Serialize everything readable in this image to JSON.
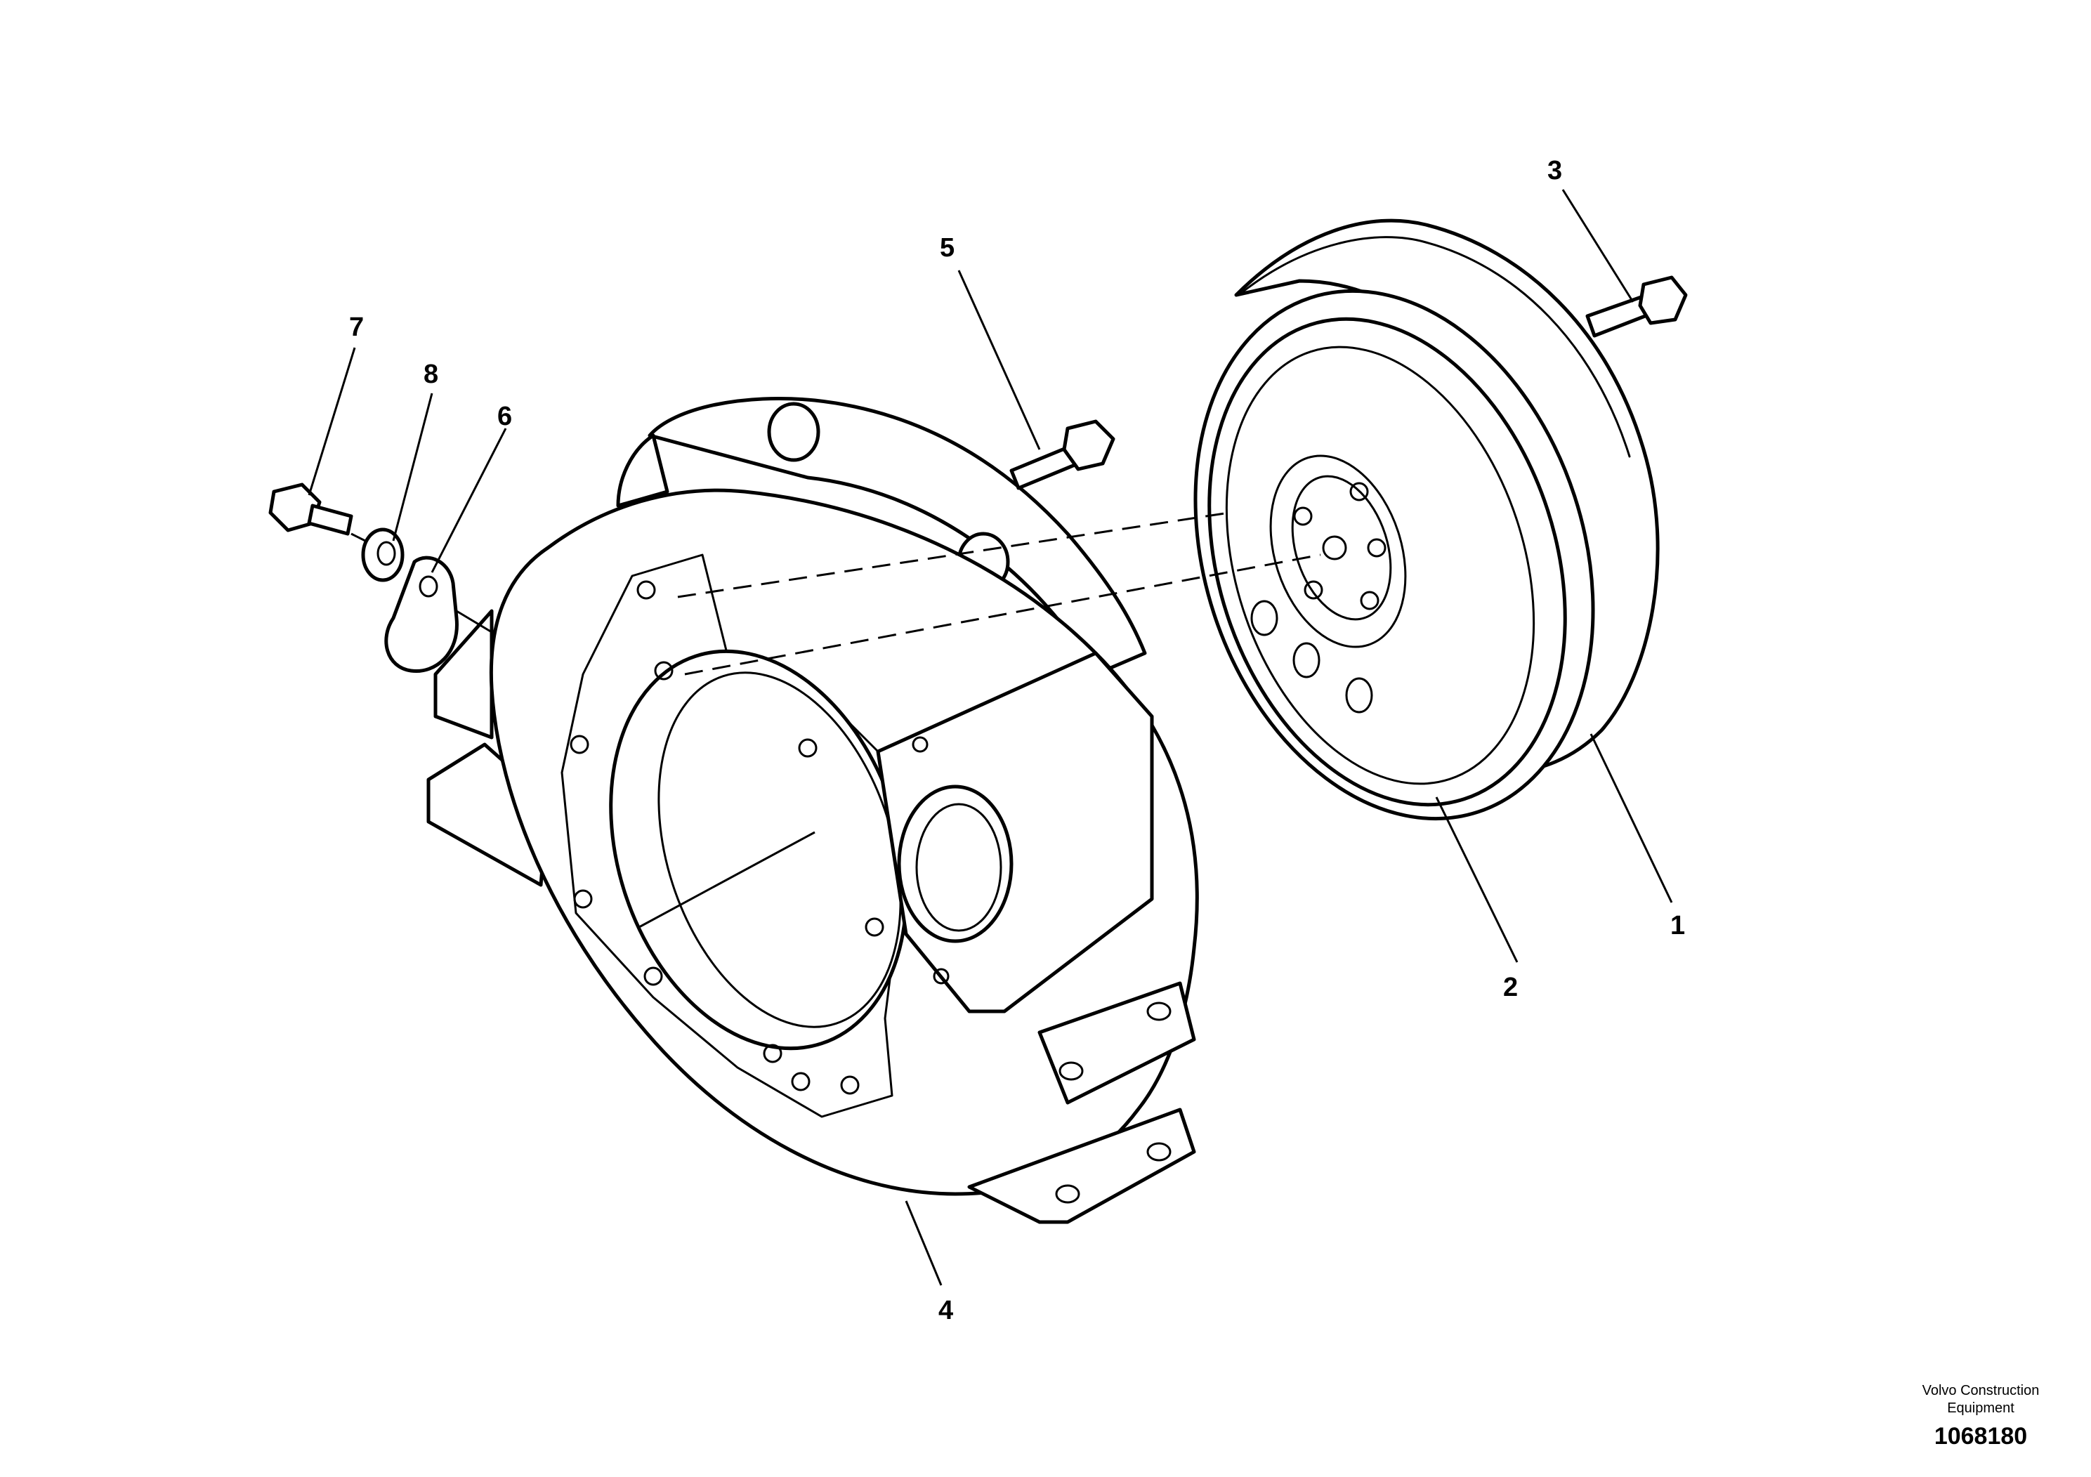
{
  "callouts": [
    {
      "id": "1",
      "label": "1"
    },
    {
      "id": "2",
      "label": "2"
    },
    {
      "id": "3",
      "label": "3"
    },
    {
      "id": "4",
      "label": "4"
    },
    {
      "id": "5",
      "label": "5"
    },
    {
      "id": "6",
      "label": "6"
    },
    {
      "id": "7",
      "label": "7"
    },
    {
      "id": "8",
      "label": "8"
    }
  ],
  "brand": {
    "company_line1": "Volvo Construction",
    "company_line2": "Equipment",
    "drawing_number": "1068180"
  }
}
